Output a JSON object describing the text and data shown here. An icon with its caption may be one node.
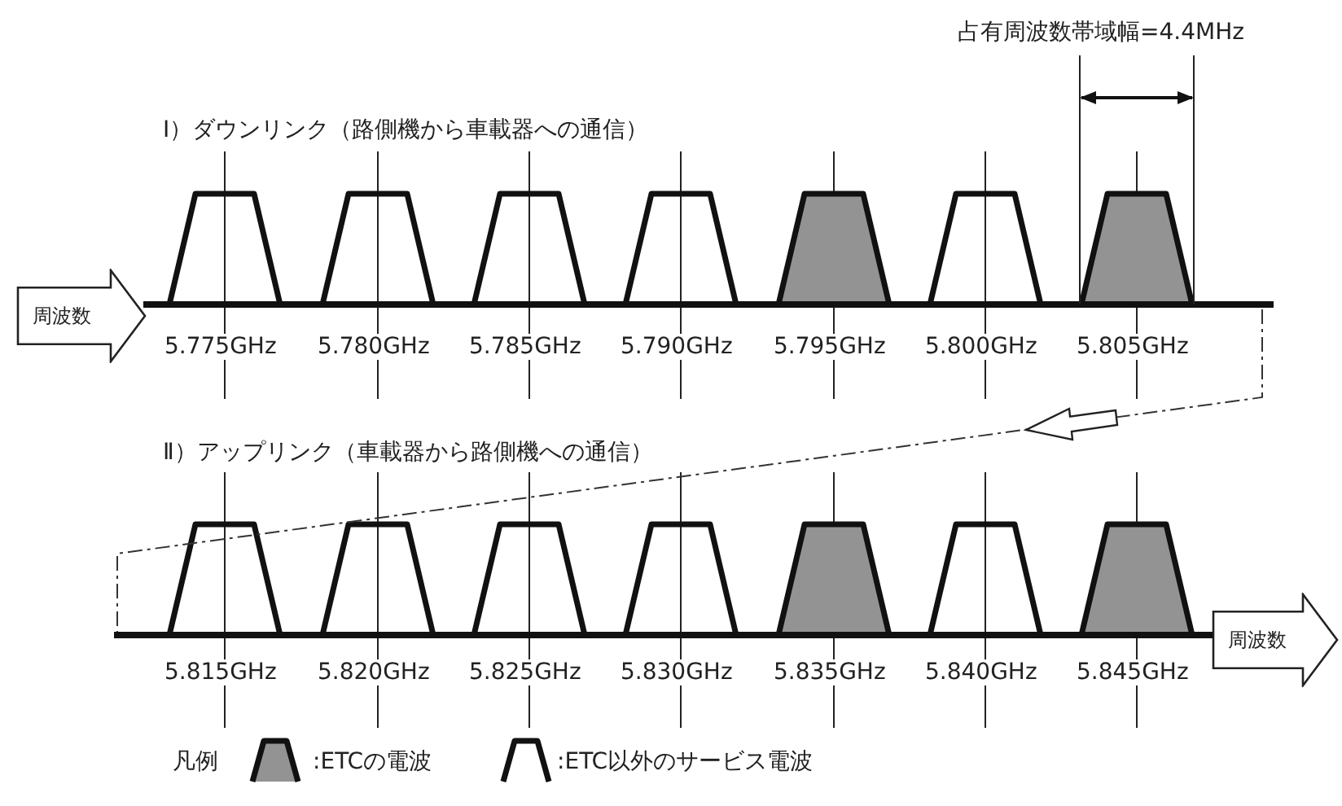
{
  "diagram": {
    "nodes": [
      {
        "text": [
          "周波数"
        ]
      },
      {
        "text": [
          "周波数"
        ]
      }
    ],
    "labels": [
      "占有周波数帯域幅=4.4MHz",
      "Ⅰ）ダウンリンク（路側機から車載器への通信）",
      "5.775GHz",
      "5.780GHz",
      "5.785GHz",
      "5.790GHz",
      "5.795GHz",
      "5.800GHz",
      "5.805GHz",
      "Ⅱ）アップリンク（車載器から路側機への通信）",
      "5.815GHz",
      "5.820GHz",
      "5.825GHz",
      "5.830GHz",
      "5.835GHz",
      "5.840GHz",
      "5.845GHz",
      "凡例"
    ],
    "legend": [
      {
        "text": ":ETCの電波"
      },
      {
        "text": ":ETC以外のサービス電波"
      }
    ]
  }
}
